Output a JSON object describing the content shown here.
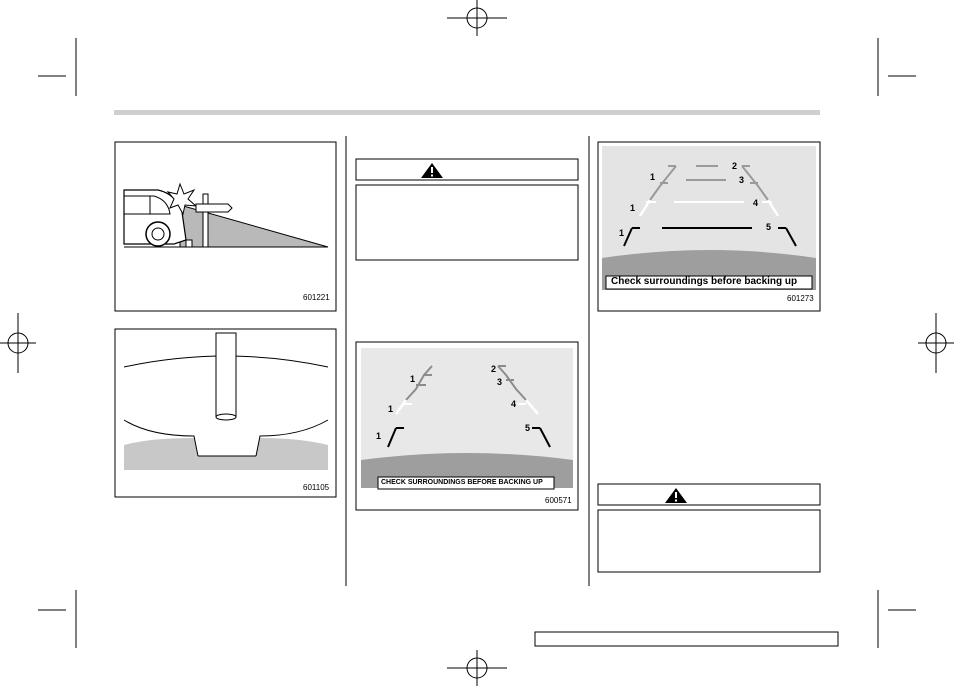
{
  "figures": {
    "fig1": {
      "code": "601221"
    },
    "fig2": {
      "code": "601105"
    },
    "fig3": {
      "code": "600571",
      "banner": "CHECK SURROUNDINGS BEFORE BACKING UP",
      "labels": [
        "1",
        "1",
        "1",
        "2",
        "3",
        "4",
        "5"
      ]
    },
    "fig4": {
      "code": "601273",
      "banner": "Check surroundings before backing up",
      "labels": [
        "1",
        "1",
        "1",
        "2",
        "3",
        "4",
        "5"
      ]
    }
  }
}
